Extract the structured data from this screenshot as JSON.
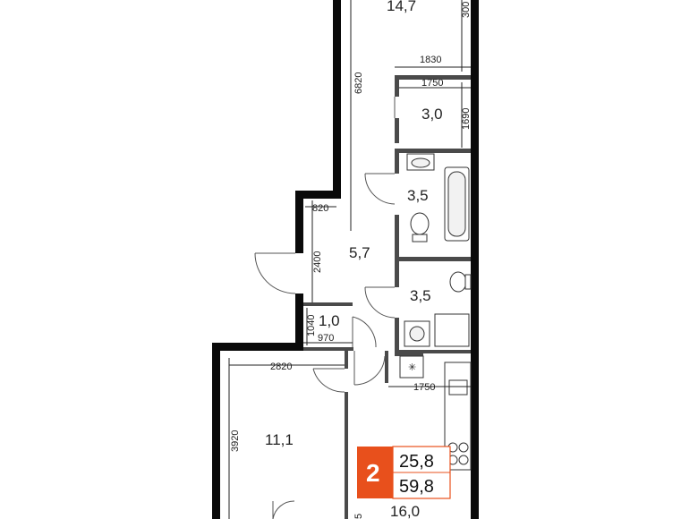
{
  "rooms": {
    "top_room": "14,7",
    "bathroom_small": "3,0",
    "bath": "3,5",
    "hall": "5,7",
    "wc": "3,5",
    "closet": "1,0",
    "bedroom": "11,1",
    "kitchen": "16,0"
  },
  "dimensions": {
    "d_top_edge": "300",
    "d_1830": "1830",
    "d_6820": "6820",
    "d_1750_a": "1750",
    "d_1690": "1690",
    "d_820": "820",
    "d_2400": "2400",
    "d_1040": "1040",
    "d_970": "970",
    "d_2820": "2820",
    "d_1750_b": "1750",
    "d_3920": "3920",
    "d_bottom": "5"
  },
  "badge": {
    "rooms_count": "2",
    "living_area": "25,8",
    "total_area": "59,8",
    "accent_color": "#e8501c"
  }
}
